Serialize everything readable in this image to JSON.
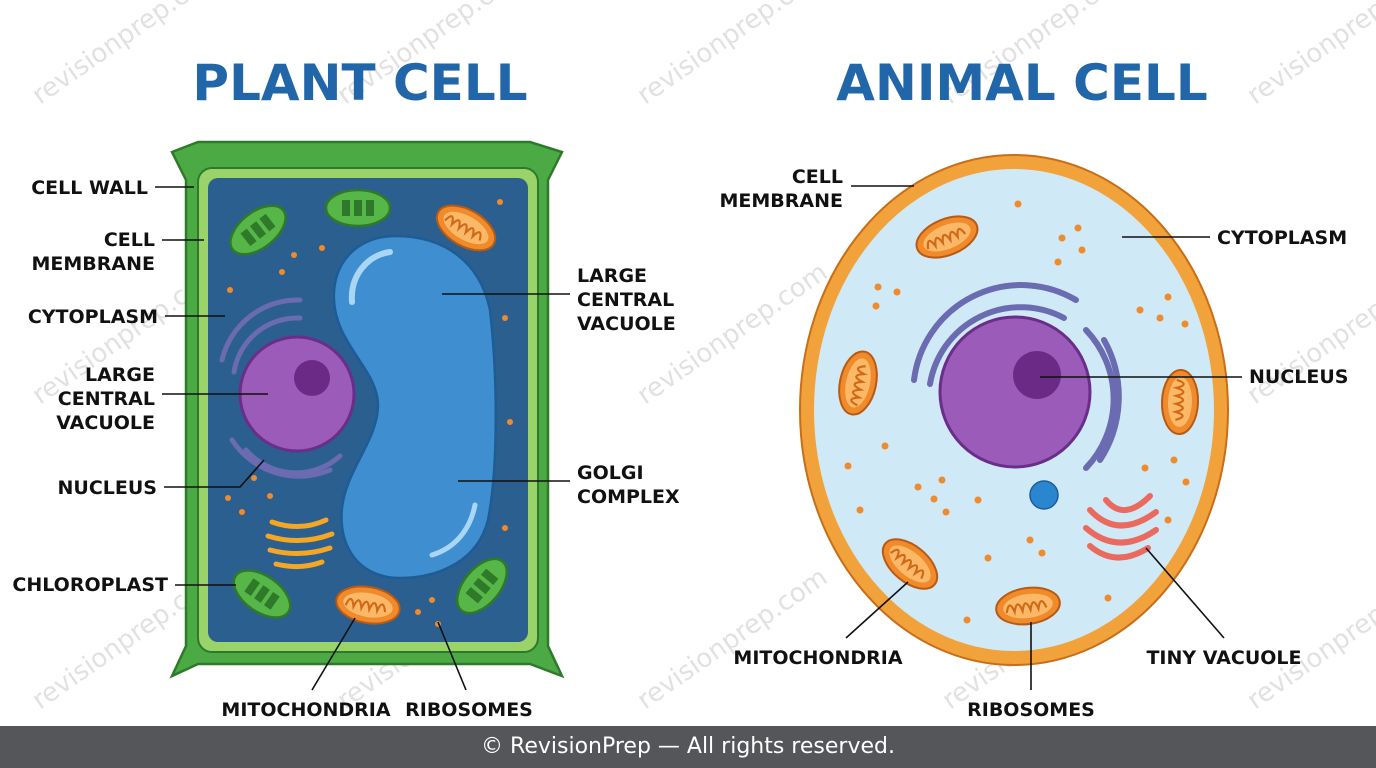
{
  "watermark": "revisionprep.com",
  "plant": {
    "title": "PLANT CELL",
    "labels": {
      "cell_wall": "CELL WALL",
      "cell_membrane": [
        "CELL",
        "MEMBRANE"
      ],
      "cytoplasm": "CYTOPLASM",
      "vacuole_left": [
        "LARGE",
        "CENTRAL",
        "VACUOLE"
      ],
      "nucleus": "NUCLEUS",
      "chloroplast": "CHLOROPLAST",
      "mitochondria": "MITOCHONDRIA",
      "ribosomes": "RIBOSOMES",
      "vacuole_right": [
        "LARGE",
        "CENTRAL",
        "VACUOLE"
      ],
      "golgi": [
        "GOLGI",
        "COMPLEX"
      ]
    }
  },
  "animal": {
    "title": "ANIMAL CELL",
    "labels": {
      "cell_membrane": [
        "CELL",
        "MEMBRANE"
      ],
      "cytoplasm": "CYTOPLASM",
      "nucleus": "NUCLEUS",
      "mitochondria": "MITOCHONDRIA",
      "ribosomes": "RIBOSOMES",
      "tiny_vacuole": "TINY VACUOLE"
    }
  },
  "colors": {
    "title": "#2266aa",
    "cell_wall": "#4caa44",
    "plant_cytoplasm": "#2b5f8f",
    "vacuole": "#3f8fd0",
    "nucleus": "#9b5bb8",
    "mitochondria": "#f08a2a",
    "animal_cytoplasm": "#cfe9f7",
    "animal_membrane": "#f2a23a",
    "golgi": "#ea6a5e",
    "er": "#6a6bb0"
  },
  "footer": "© RevisionPrep — All rights reserved."
}
